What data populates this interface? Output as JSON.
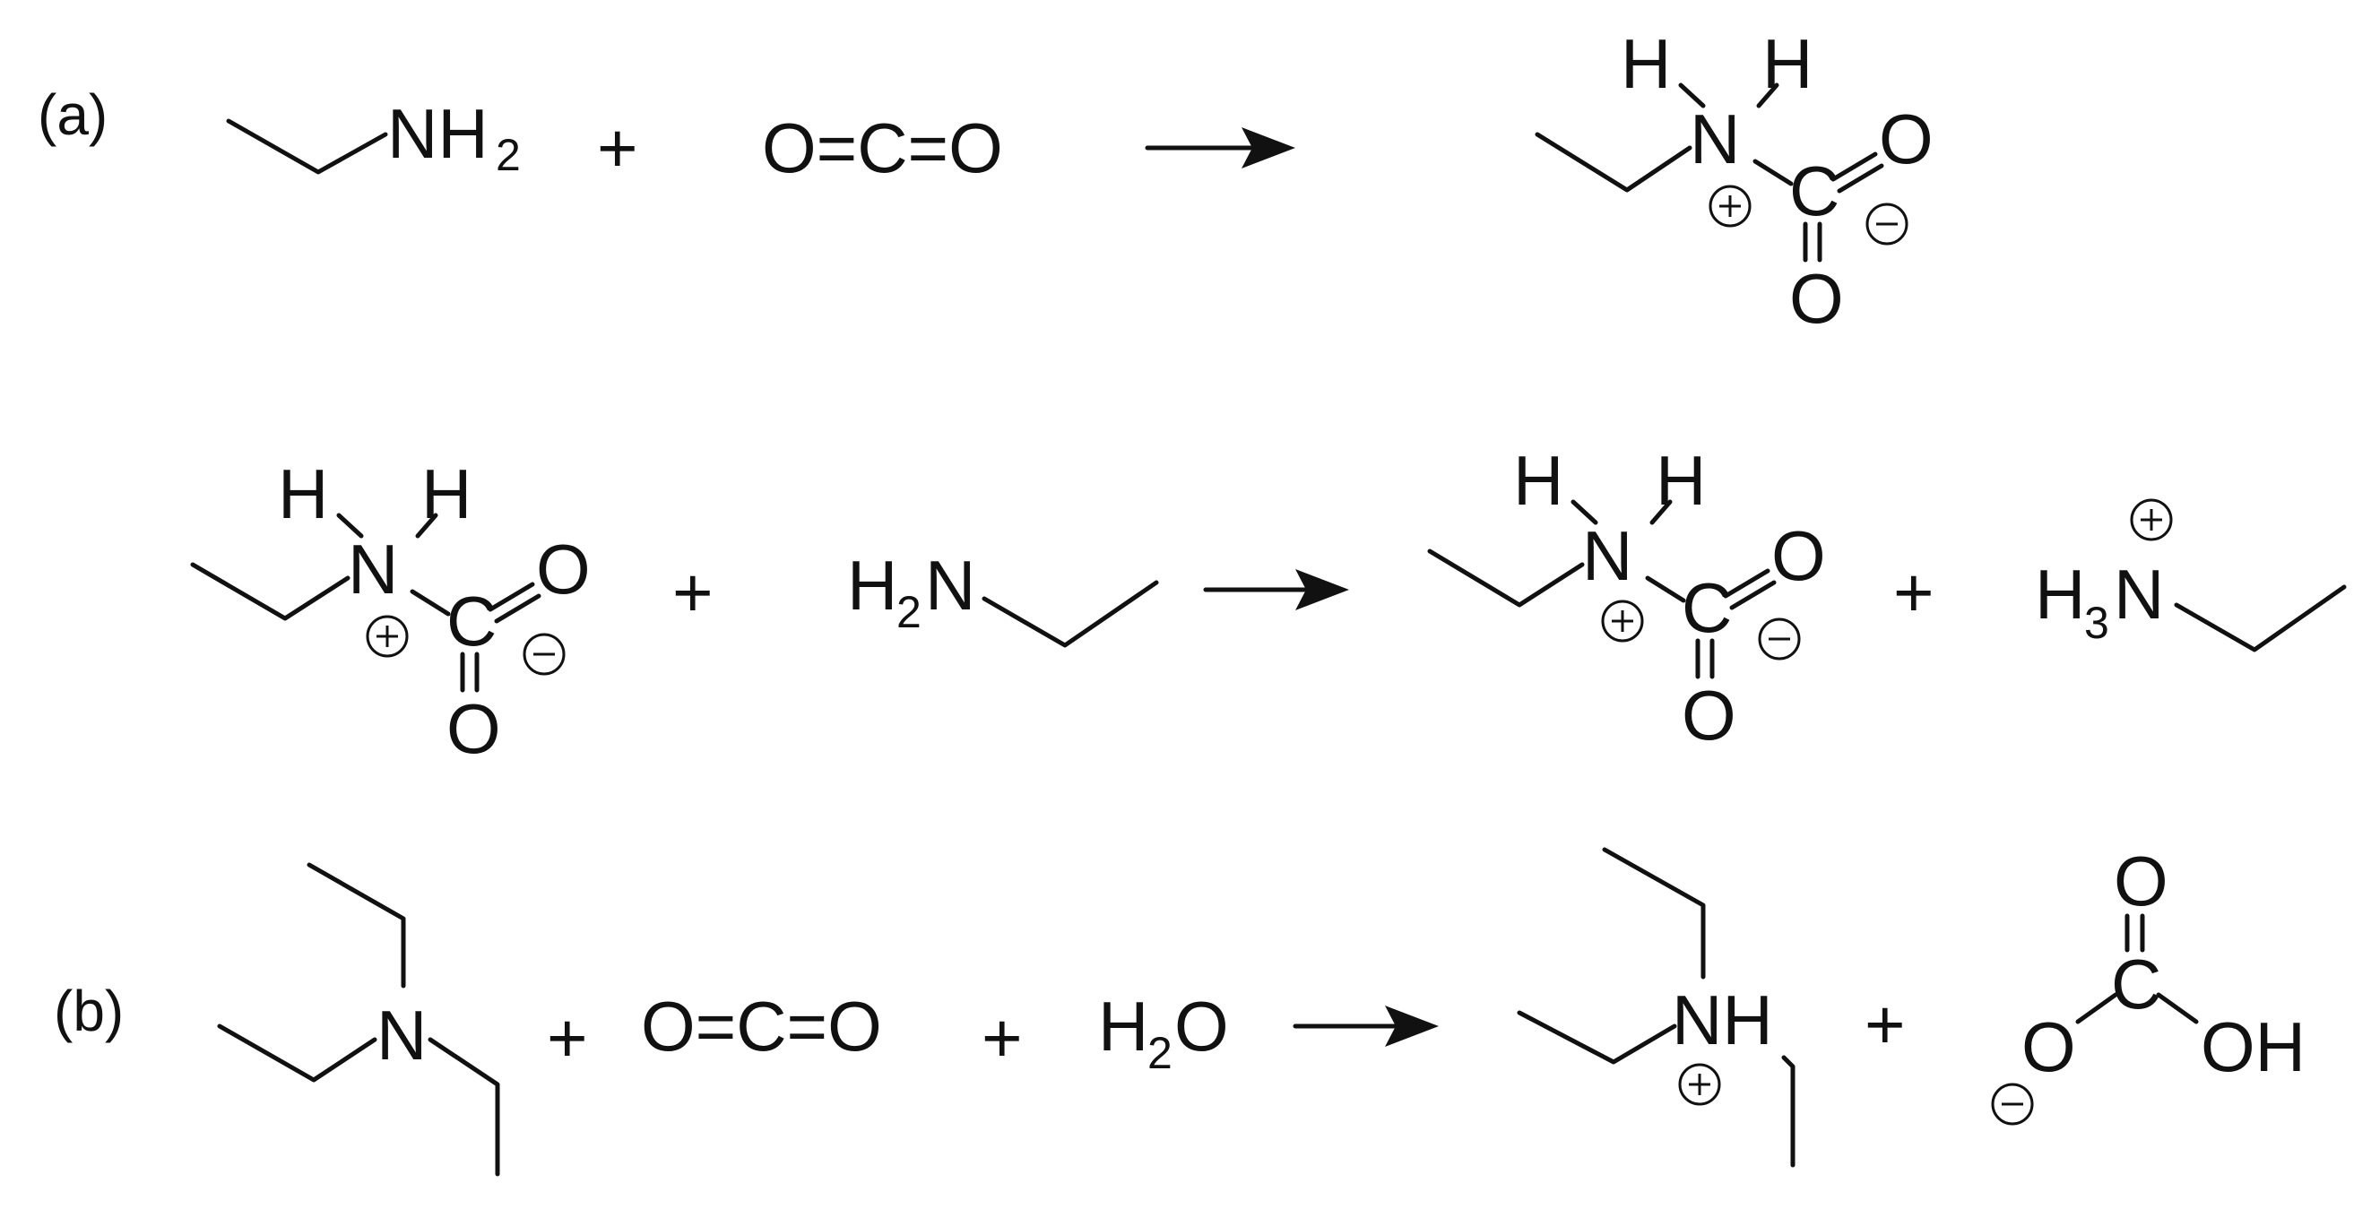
{
  "part_labels": {
    "a": "(a)",
    "b": "(b)"
  },
  "operators": {
    "plus": "+"
  },
  "atoms": {
    "N": "N",
    "C": "C",
    "O": "O",
    "H": "H",
    "NH": "NH",
    "OH": "OH",
    "NH2": "NH",
    "H2N": "N",
    "H3N": "N",
    "H2O": "O"
  },
  "subscripts": {
    "two": "2",
    "three": "3"
  },
  "formulas": {
    "carbon_dioxide": "O=C=O"
  },
  "charges": {
    "positive": "+",
    "negative": "−"
  }
}
